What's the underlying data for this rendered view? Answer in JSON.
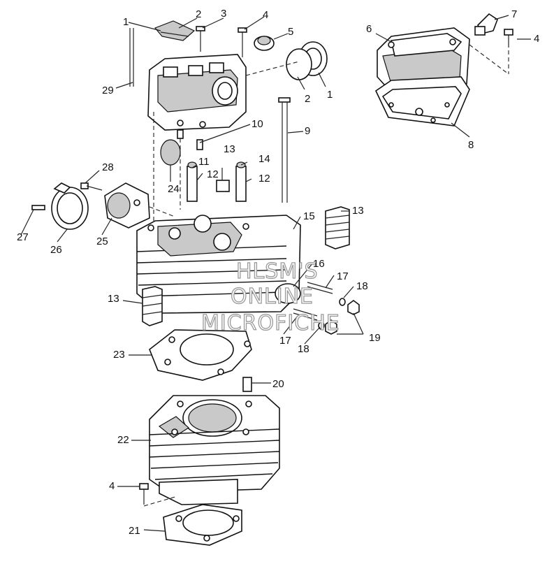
{
  "diagram": {
    "watermark": [
      "HLSM'S",
      "ONLINE",
      "MICROFICHE"
    ],
    "callouts": {
      "c1a": "1",
      "c2a": "2",
      "c3": "3",
      "c4a": "4",
      "c5": "5",
      "c2b": "2",
      "c1b": "1",
      "c6": "6",
      "c7": "7",
      "c4b": "4",
      "c8": "8",
      "c29": "29",
      "c10": "10",
      "c9": "9",
      "c28": "28",
      "c13a": "13",
      "c11": "11",
      "c14": "14",
      "c12a": "12",
      "c12b": "12",
      "c24": "24",
      "c27": "27",
      "c26": "26",
      "c25": "25",
      "c15": "15",
      "c13b": "13",
      "c16": "16",
      "c17a": "17",
      "c18a": "18",
      "c13c": "13",
      "c17b": "17",
      "c18b": "18",
      "c19": "19",
      "c23": "23",
      "c20": "20",
      "c22": "22",
      "c4c": "4",
      "c21": "21"
    },
    "colors": {
      "line": "#111111",
      "paper": "#ffffff",
      "watermark": "#9a9a9a"
    }
  }
}
